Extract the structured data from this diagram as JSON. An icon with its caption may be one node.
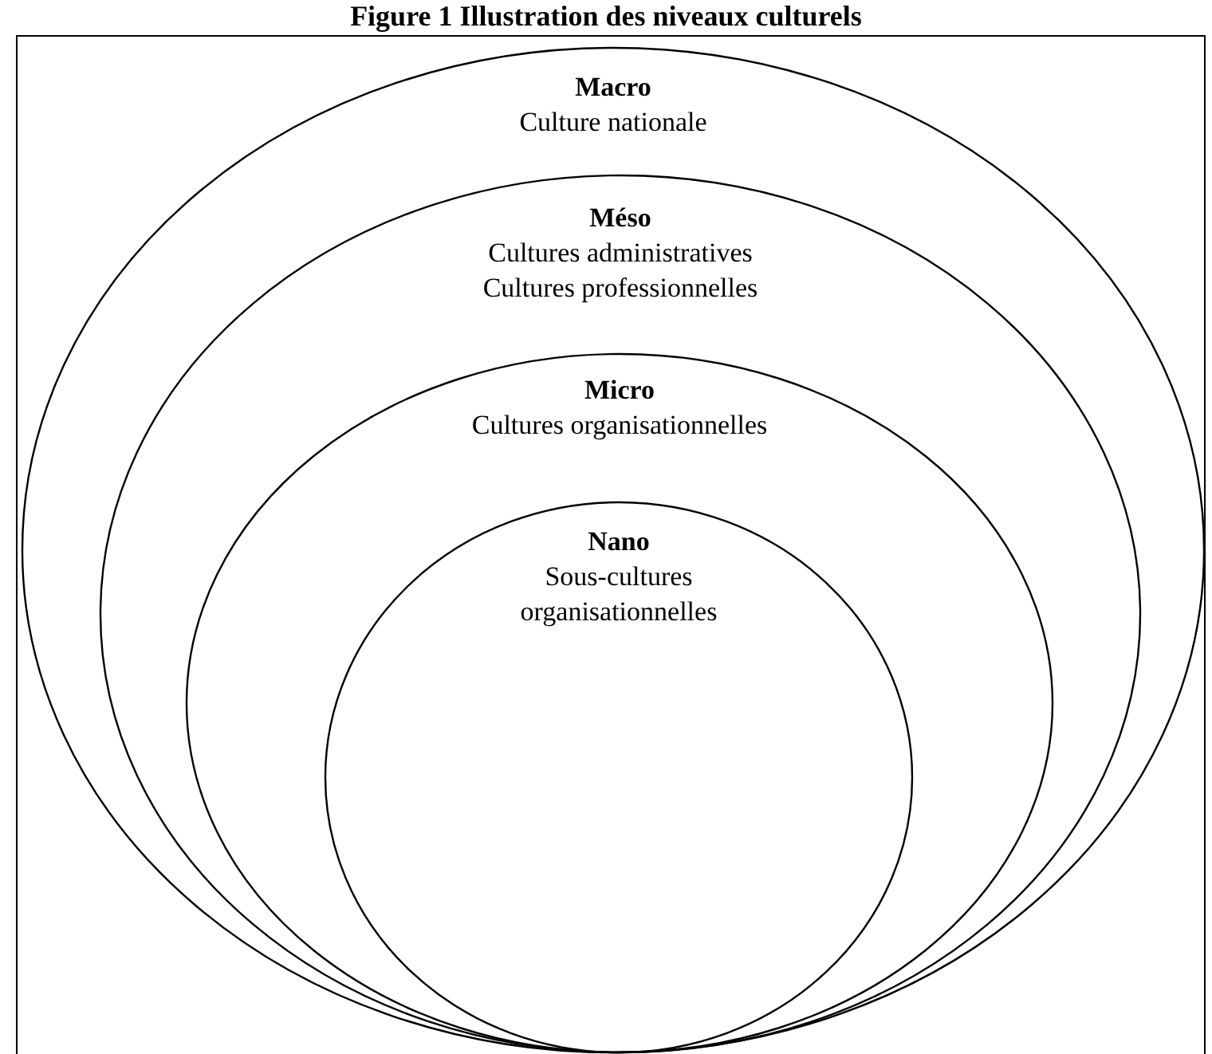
{
  "diagram": {
    "title": "Figure 1 Illustration des niveaux culturels",
    "nodes": [
      {
        "text": [
          "Macro",
          "Culture nationale"
        ]
      },
      {
        "text": [
          "Méso",
          "Cultures administratives",
          "Cultures professionnelles"
        ],
        "in": 0
      },
      {
        "text": [
          "Micro",
          "Cultures organisationnelles"
        ],
        "in": 1
      },
      {
        "text": [
          "Nano",
          "Sous-cultures organisationnelles"
        ],
        "in": 2
      }
    ]
  }
}
